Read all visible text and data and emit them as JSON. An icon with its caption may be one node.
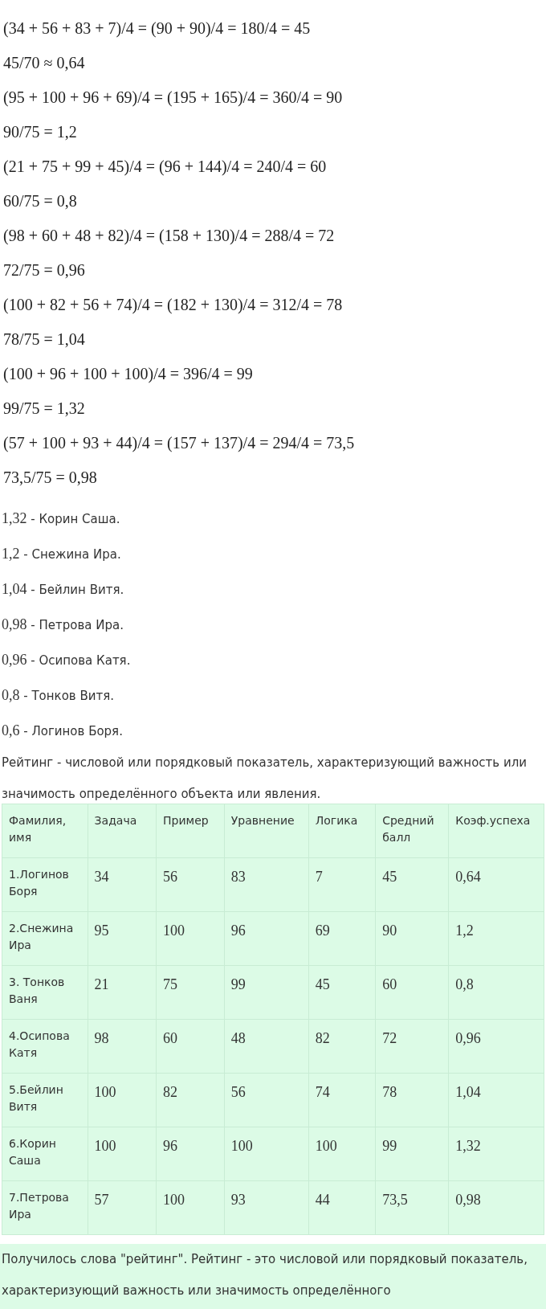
{
  "diagram": {
    "labels": [
      "(34 + 56 + 83 + 7)/4 = (90 + 90)/4 = 180/4 = 45",
      "45/70 ≈ 0,64",
      "(95 + 100 + 96 + 69)/4 = (195 + 165)/4 = 360/4 = 90",
      "90/75 = 1,2",
      "(21 + 75 + 99 + 45)/4 = (96 + 144)/4 = 240/4 = 60",
      "60/75 = 0,8",
      "(98 + 60 + 48 + 82)/4 = (158 + 130)/4 = 288/4 = 72",
      "72/75 = 0,96",
      "(100 + 82 + 56 + 74)/4 = (182 + 130)/4 = 312/4 = 78",
      "78/75 = 1,04",
      "(100 + 96 + 100 + 100)/4 = 396/4 = 99",
      "99/75 = 1,32",
      "(57 + 100 + 93 + 44)/4 = (157 + 137)/4 = 294/4 = 73,5",
      "73,5/75 = 0,98",
      "1,32 - Корин Саша.",
      "1,2 - Снежина Ира.",
      "1,04 - Бейлин Витя.",
      "0,98 - Петрова Ира.",
      "0,96 - Осипова Катя.",
      "0,8 - Тонков Витя.",
      "0,6 - Логинов Боря.",
      "Рейтинг - числовой или порядковый показатель, характеризующий важность или значимость определённого объекта или явления.",
      "Фамилия, имя",
      "Задача",
      "Пример",
      "Уравнение",
      "Логика",
      "Средний балл",
      "Коэф.успеха",
      "1.Логинов Боря",
      "34",
      "56",
      "83",
      "7",
      "45",
      "0,64",
      "2.Снежина Ира",
      "95",
      "100",
      "96",
      "69",
      "90",
      "1,2",
      "3. Тонков Ваня",
      "21",
      "75",
      "99",
      "45",
      "60",
      "0,8",
      "4.Осипова Катя",
      "98",
      "60",
      "48",
      "82",
      "72",
      "0,96",
      "5.Бейлин Витя",
      "100",
      "82",
      "56",
      "74",
      "78",
      "1,04",
      "6.Корин Саша",
      "100",
      "96",
      "100",
      "100",
      "99",
      "1,32",
      "7.Петрова Ира",
      "57",
      "100",
      "93",
      "44",
      "73,5",
      "0,98",
      "Получилось слова \"рейтинг\". Рейтинг - это числовой или порядковый показатель, характеризующий важность или значимость определённого"
    ]
  }
}
